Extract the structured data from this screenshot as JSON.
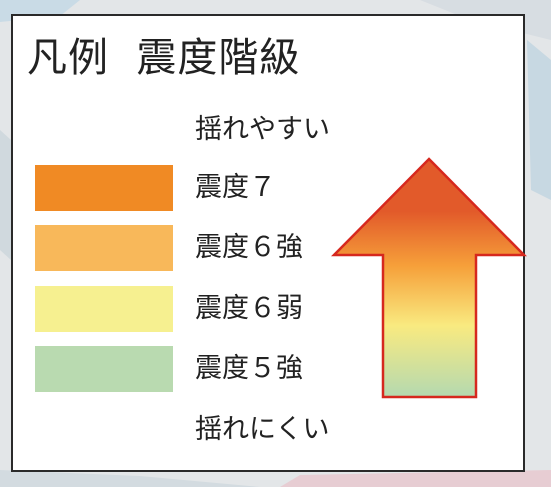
{
  "legend": {
    "title": "凡例  震度階級",
    "scale_top": "揺れやすい",
    "scale_bottom": "揺れにくい",
    "items": [
      {
        "label": "震度７",
        "color": "#f08a24"
      },
      {
        "label": "震度６強",
        "color": "#f8b85a"
      },
      {
        "label": "震度６弱",
        "color": "#f6f090"
      },
      {
        "label": "震度５強",
        "color": "#b9dab0"
      }
    ],
    "arrow": {
      "outline_color": "#d6281e",
      "gradient": [
        "#e25a2a",
        "#f6a03a",
        "#f9ea80",
        "#b4d9b0"
      ]
    }
  },
  "background": {
    "colors": [
      "#d9dee2",
      "#c9d6dc",
      "#f1c8cf",
      "#9ec3d8"
    ]
  }
}
